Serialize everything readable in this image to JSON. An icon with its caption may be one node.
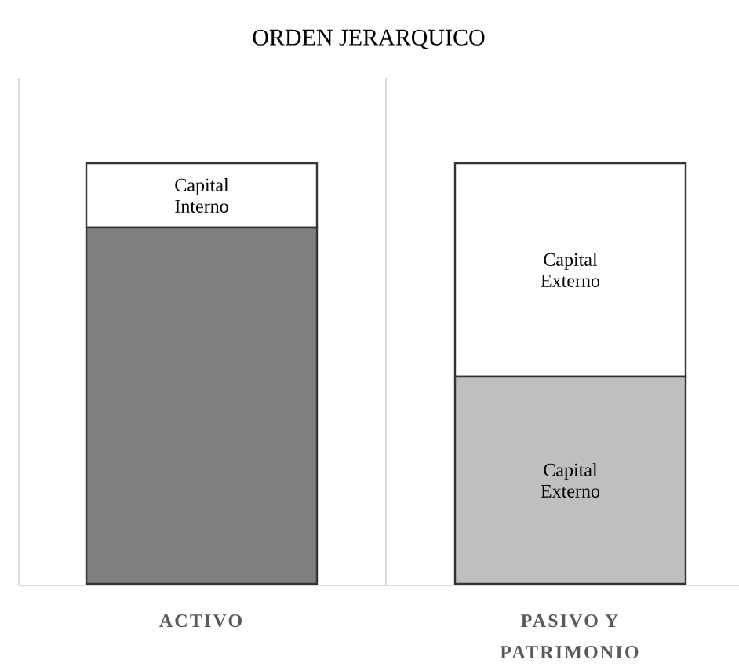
{
  "diagram": {
    "title": "ORDEN JERARQUICO",
    "nodes": [
      {
        "text": [
          "Capital Interno"
        ]
      },
      {
        "text": [],
        "shape": "box"
      },
      {
        "text": [
          "Capital Externo"
        ]
      },
      {
        "text": [
          "Capital Externo"
        ]
      }
    ],
    "labels": [
      "ACTIVO",
      "PASIVO Y PATRIMONIO"
    ]
  }
}
